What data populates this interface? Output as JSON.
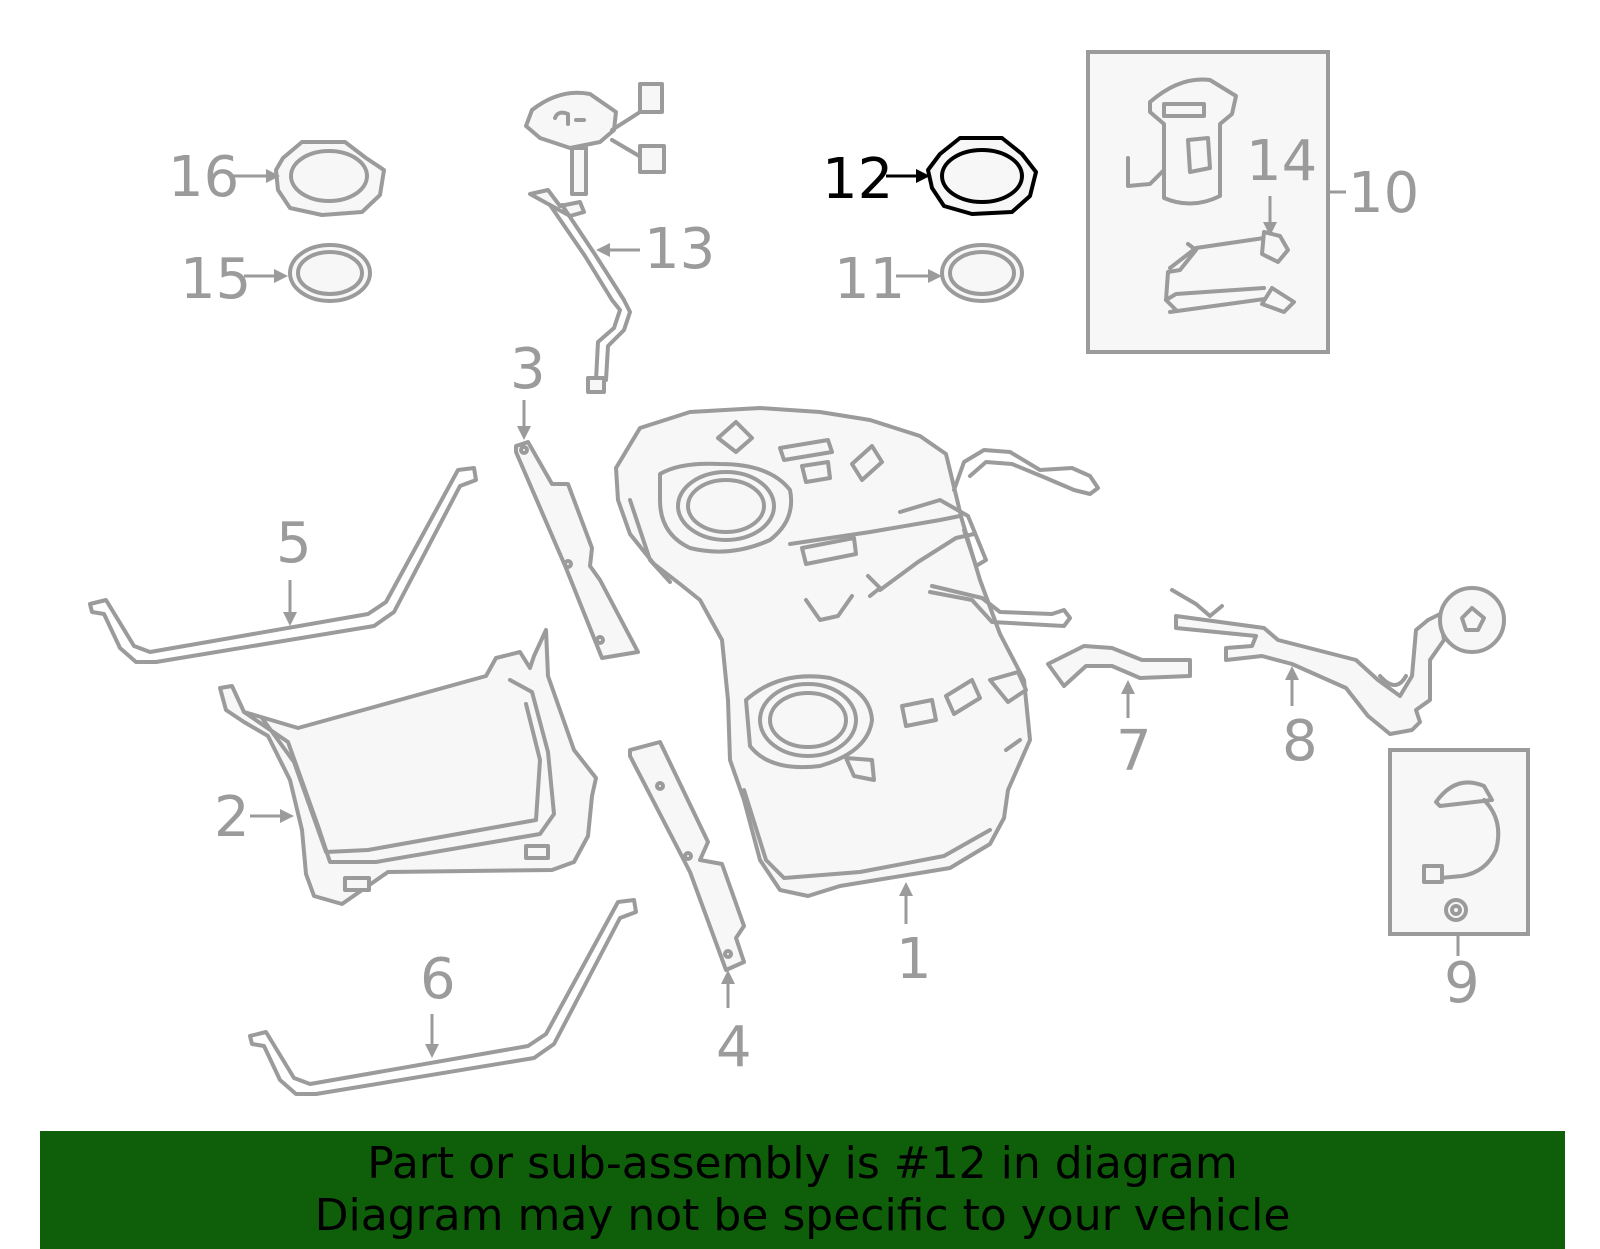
{
  "highlight_color": "#000000",
  "part_color": "#9b9b9b",
  "banner": {
    "background": "#0f5e0a",
    "line1": "Part or sub-assembly is #12 in diagram",
    "line2": "Diagram may not be specific to your vehicle"
  },
  "callouts": {
    "c1": "1",
    "c2": "2",
    "c3": "3",
    "c4": "4",
    "c5": "5",
    "c6": "6",
    "c7": "7",
    "c8": "8",
    "c9": "9",
    "c10": "10",
    "c11": "11",
    "c12": "12",
    "c13": "13",
    "c14": "14",
    "c15": "15",
    "c16": "16"
  },
  "highlighted_part": "12"
}
